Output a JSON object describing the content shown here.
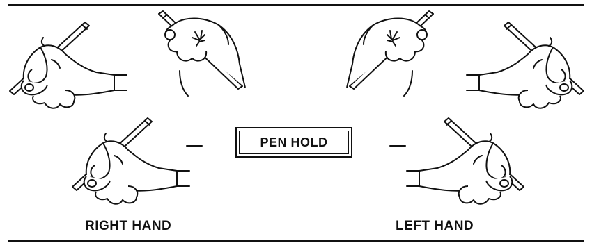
{
  "title": "PEN HOLD",
  "labels": {
    "right_hand": "RIGHT HAND",
    "left_hand": "LEFT HAND"
  },
  "icons": [
    "right-hand-pen-icon",
    "left-hand-pen-icon"
  ]
}
